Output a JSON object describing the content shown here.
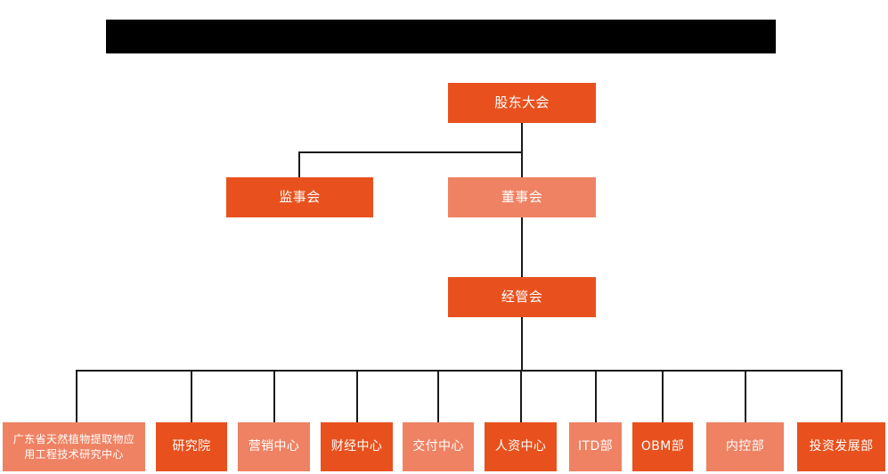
{
  "diagram": {
    "type": "organization-chart",
    "title_bar": {
      "redacted": true,
      "text": ""
    },
    "colors": {
      "dark_orange": "#e8511e",
      "light_orange": "#ef8263",
      "line": "#1a1a1a",
      "text": "#ffffff",
      "background": "#ffffff",
      "title_bar": "#000000"
    },
    "levels": {
      "level1": [
        {
          "id": "shareholders",
          "label": "股东大会",
          "tone": "dark"
        }
      ],
      "level2": [
        {
          "id": "supervisory-board",
          "label": "监事会",
          "tone": "dark"
        },
        {
          "id": "board-of-directors",
          "label": "董事会",
          "tone": "light"
        }
      ],
      "level3": [
        {
          "id": "management-committee",
          "label": "经管会",
          "tone": "dark"
        }
      ],
      "level4": [
        {
          "id": "guangdong-research-center",
          "label": "广东省天然植物提取物应\n用工程技术研究中心",
          "tone": "light"
        },
        {
          "id": "research-institute",
          "label": "研究院",
          "tone": "dark"
        },
        {
          "id": "marketing-center",
          "label": "营销中心",
          "tone": "light"
        },
        {
          "id": "finance-center",
          "label": "财经中心",
          "tone": "dark"
        },
        {
          "id": "delivery-center",
          "label": "交付中心",
          "tone": "light"
        },
        {
          "id": "hr-center",
          "label": "人资中心",
          "tone": "dark"
        },
        {
          "id": "itd-dept",
          "label": "ITD部",
          "tone": "light"
        },
        {
          "id": "obm-dept",
          "label": "OBM部",
          "tone": "dark"
        },
        {
          "id": "internal-control-dept",
          "label": "内控部",
          "tone": "light"
        },
        {
          "id": "investment-development-dept",
          "label": "投资发展部",
          "tone": "dark"
        }
      ]
    }
  }
}
